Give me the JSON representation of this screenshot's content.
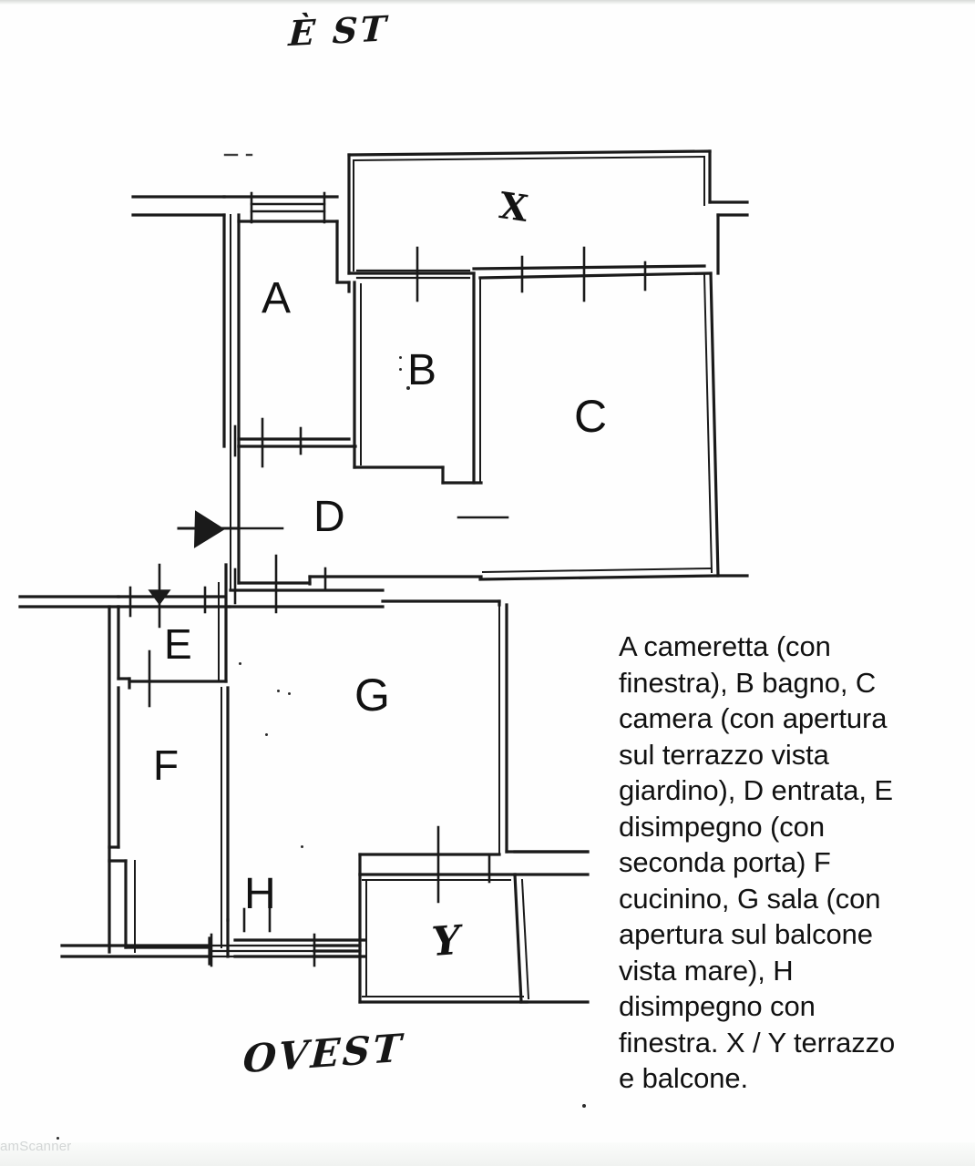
{
  "document": {
    "type": "scanned-floor-plan",
    "watermark": "amScanner"
  },
  "orientation": {
    "top_label": "È ST",
    "bottom_label": "OVEST"
  },
  "room_labels": [
    {
      "key": "A",
      "letter": "A"
    },
    {
      "key": "B",
      "letter": "B"
    },
    {
      "key": "C",
      "letter": "C"
    },
    {
      "key": "D",
      "letter": "D"
    },
    {
      "key": "E",
      "letter": "E"
    },
    {
      "key": "F",
      "letter": "F"
    },
    {
      "key": "G",
      "letter": "G"
    },
    {
      "key": "H",
      "letter": "H"
    }
  ],
  "outdoor_marks": {
    "terrazzo": "X",
    "balcone": "Y"
  },
  "legend": {
    "text": "A cameretta (con finestra), B bagno, C camera (con apertura sul terrazzo vista giardino), D entrata, E disimpegno (con seconda porta) F cucinino, G sala (con apertura sul balcone vista mare), H disimpegno con finestra. X / Y terrazzo e balcone."
  },
  "colors": {
    "ink": "#1a1a1a",
    "paper": "#fefefe",
    "watermark": "#d3d6d6"
  }
}
